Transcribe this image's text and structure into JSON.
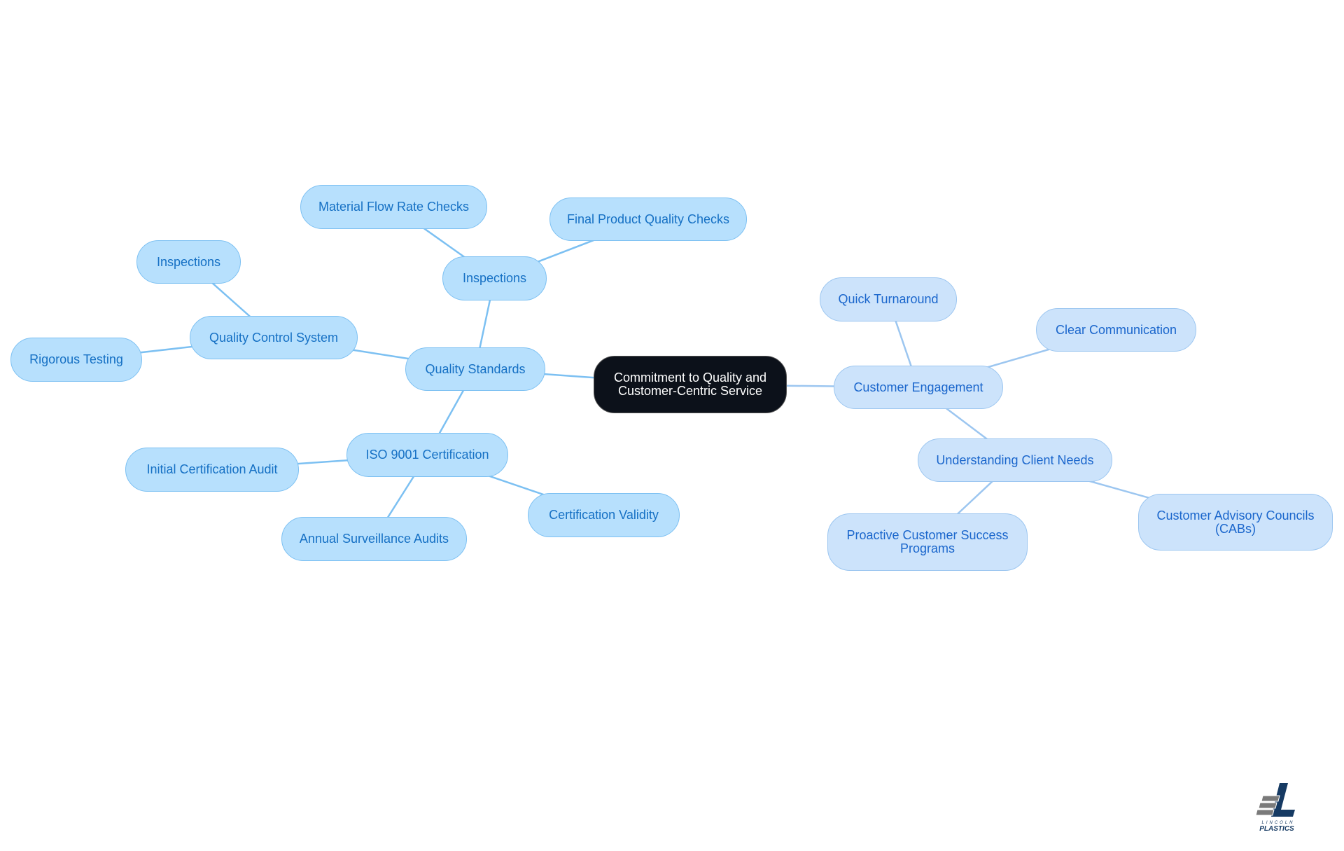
{
  "root": {
    "label": "Commitment to Quality and Customer-Centric Service"
  },
  "branches": {
    "quality_standards": {
      "label": "Quality Standards",
      "inspections": {
        "label": "Inspections",
        "children": [
          "Material Flow Rate Checks",
          "Final Product Quality Checks"
        ]
      },
      "quality_control_system": {
        "label": "Quality Control System",
        "children": [
          "Inspections",
          "Rigorous Testing"
        ]
      },
      "iso_9001": {
        "label": "ISO 9001 Certification",
        "children": [
          "Initial Certification Audit",
          "Annual Surveillance Audits",
          "Certification Validity"
        ]
      }
    },
    "customer_engagement": {
      "label": "Customer Engagement",
      "children": [
        "Quick Turnaround",
        "Clear Communication"
      ],
      "understanding_client_needs": {
        "label": "Understanding Client Needs",
        "children": [
          "Proactive Customer Success Programs",
          "Customer Advisory Councils (CABs)"
        ]
      }
    }
  },
  "logo": {
    "text_top": "LINCOLN",
    "text_bottom": "PLASTICS"
  },
  "colors": {
    "left_fill": "#b7e0fd",
    "left_line": "#7cc0f2",
    "right_fill": "#cce3fb",
    "right_line": "#9cc6f0",
    "root_fill": "#0c111a",
    "logo_navy": "#163a63",
    "logo_gray": "#7a7a7a"
  }
}
